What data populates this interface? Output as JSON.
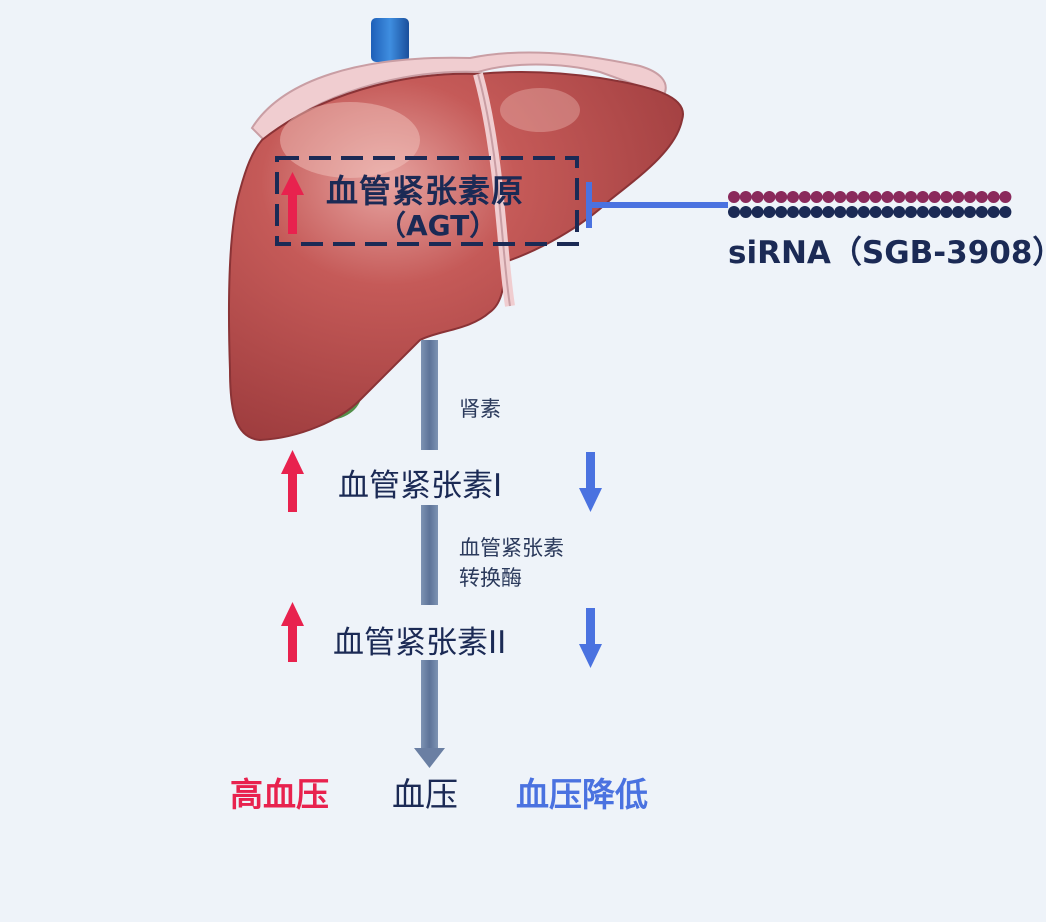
{
  "agt": {
    "title": "血管紧张素原",
    "subtitle": "（AGT）"
  },
  "sirna": {
    "label": "siRNA（SGB-3908）"
  },
  "pathway": {
    "enzyme1": "肾素",
    "angiotensin1": "血管紧张素I",
    "enzyme2_line1": "血管紧张素",
    "enzyme2_line2": "转换酶",
    "angiotensin2": "血管紧张素II"
  },
  "outcomes": {
    "high": "高血压",
    "neutral": "血压",
    "low": "血压降低"
  },
  "colors": {
    "up_arrow": "#e8224e",
    "down_arrow": "#4a72e0",
    "text_dark": "#1b2a55",
    "liver": "#b8494b",
    "inhibitor": "#4a72e0"
  }
}
